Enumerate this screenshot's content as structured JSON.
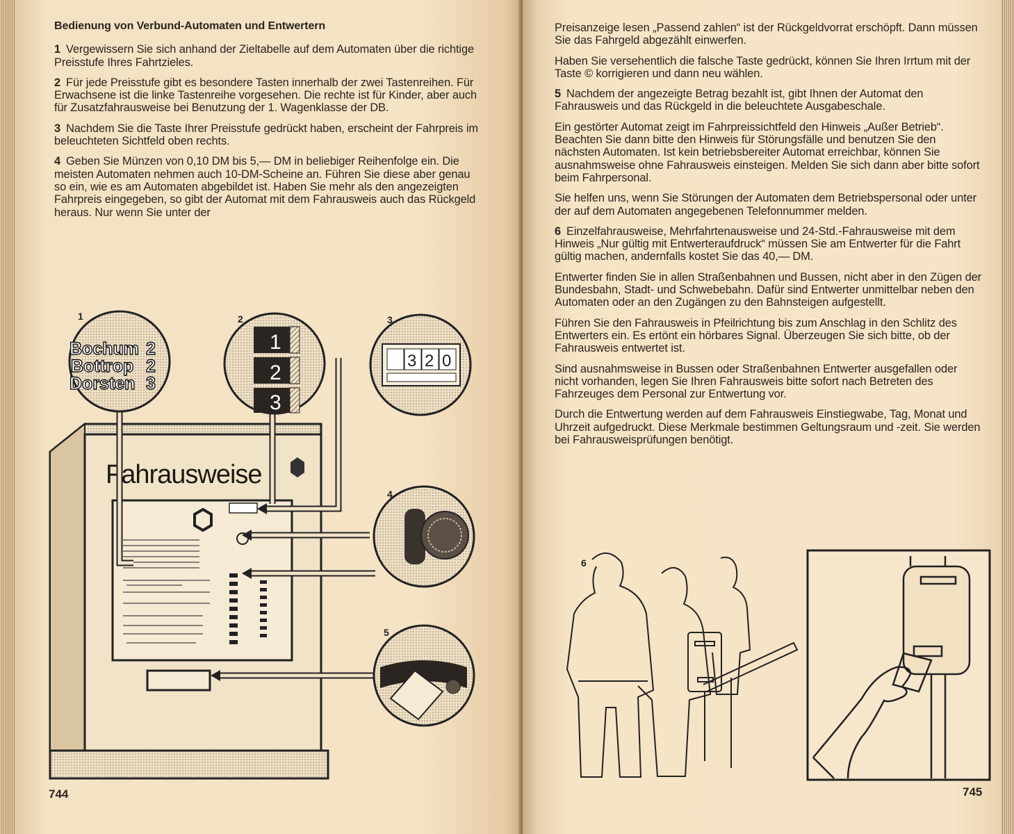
{
  "left_page": {
    "heading": "Bedienung von Verbund-Automaten und Entwertern",
    "paragraphs": [
      {
        "num": "1",
        "text": "Vergewissern Sie sich anhand der Zieltabelle auf dem Automaten über die richtige Preisstufe Ihres Fahrtzieles."
      },
      {
        "num": "2",
        "text": "Für jede Preisstufe gibt es besondere Tasten innerhalb der zwei Tastenreihen. Für Erwachsene ist die linke Tastenreihe vorgesehen. Die rechte ist für Kinder, aber auch für Zusatzfahrausweise bei Benutzung der 1. Wagenklasse der DB."
      },
      {
        "num": "3",
        "text": "Nachdem Sie die Taste Ihrer Preisstufe gedrückt haben, erscheint der Fahrpreis im beleuchteten Sichtfeld oben rechts."
      },
      {
        "num": "4",
        "text": "Geben Sie Münzen von 0,10 DM bis 5,— DM in beliebiger Reihenfolge ein. Die meisten Automaten nehmen auch 10-DM-Scheine an. Führen Sie diese aber genau so ein, wie es am Automaten abgebildet ist. Haben Sie mehr als den angezeigten Fahrpreis eingegeben, so gibt der Automat mit dem Fahrausweis auch das Rückgeld heraus. Nur wenn Sie unter der"
      }
    ],
    "figure": {
      "labels": [
        "1",
        "2",
        "3",
        "4",
        "5"
      ],
      "destinations": [
        {
          "name": "Bochum",
          "zone": "2"
        },
        {
          "name": "Bottrop",
          "zone": "2"
        },
        {
          "name": "Dorsten",
          "zone": "3"
        }
      ],
      "keys": [
        "1",
        "2",
        "3"
      ],
      "display_digits": [
        "",
        "3",
        "2",
        "0"
      ],
      "machine_title": "Fahrausweise"
    },
    "page_number": "744"
  },
  "right_page": {
    "paragraphs": [
      {
        "num": "",
        "text": "Preisanzeige lesen „Passend zahlen“ ist der Rückgeldvorrat erschöpft. Dann müssen Sie das Fahrgeld abgezählt einwerfen."
      },
      {
        "num": "",
        "text": "Haben Sie versehentlich die falsche Taste gedrückt, können Sie Ihren Irrtum mit der Taste © korrigieren und dann neu wählen."
      },
      {
        "num": "5",
        "text": "Nachdem der angezeigte Betrag bezahlt ist, gibt Ihnen der Automat den Fahrausweis und das Rückgeld in die beleuchtete Ausgabeschale."
      },
      {
        "num": "",
        "text": "Ein gestörter Automat zeigt im Fahrpreissichtfeld den Hinweis „Außer Betrieb“. Beachten Sie dann bitte den Hinweis für Störungsfälle und benutzen Sie den nächsten Automaten. Ist kein betriebsbereiter Automat erreichbar, können Sie ausnahmsweise ohne Fahrausweis einsteigen. Melden Sie sich dann aber bitte sofort beim Fahrpersonal."
      },
      {
        "num": "",
        "text": "Sie helfen uns, wenn Sie Störungen der Automaten dem Betriebspersonal oder unter der auf dem Automaten angegebenen Telefonnummer melden."
      },
      {
        "num": "6",
        "text": "Einzelfahrausweise, Mehrfahrtenausweise und 24-Std.-Fahrausweise mit dem Hinweis „Nur gültig mit Entwerteraufdruck“ müssen Sie am Entwerter für die Fahrt gültig machen, andernfalls kostet Sie das 40,— DM."
      },
      {
        "num": "",
        "text": "Entwerter finden Sie in allen Straßenbahnen und Bussen, nicht aber in den Zügen der Bundesbahn, Stadt- und Schwebebahn. Dafür sind Entwerter unmittelbar neben den Automaten oder an den Zugängen zu den Bahnsteigen aufgestellt."
      },
      {
        "num": "",
        "text": "Führen Sie den Fahrausweis in Pfeilrichtung bis zum Anschlag in den Schlitz des Entwerters ein. Es ertönt ein hörbares Signal. Überzeugen Sie sich bitte, ob der Fahrausweis entwertet ist."
      },
      {
        "num": "",
        "text": "Sind ausnahmsweise in Bussen oder Straßenbahnen Entwerter ausgefallen oder nicht vorhanden, legen Sie Ihren Fahrausweis bitte sofort nach Betreten des Fahrzeuges dem Personal zur Entwertung vor."
      },
      {
        "num": "",
        "text": "Durch die Entwertung werden auf dem Fahrausweis Einstiegwabe, Tag, Monat und Uhrzeit aufgedruckt. Diese Merkmale bestimmen Geltungsraum und -zeit. Sie werden bei Fahrausweisprüfungen benötigt."
      }
    ],
    "figure_label": "6",
    "page_number": "745"
  }
}
